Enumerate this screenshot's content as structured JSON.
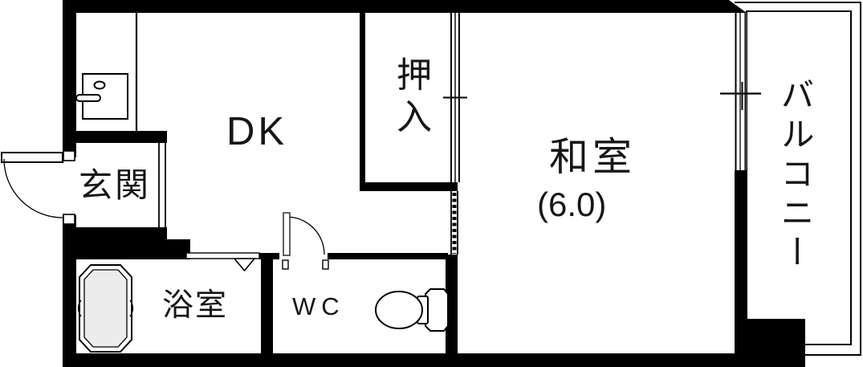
{
  "floorplan": {
    "type": "apartment-floor-plan",
    "rooms": {
      "dk": {
        "label": "DK"
      },
      "genkan": {
        "label": "玄関"
      },
      "oshiire": {
        "label": "押入"
      },
      "washitsu": {
        "label": "和室",
        "size_tatami": "(6.0)"
      },
      "balcony": {
        "label": "バルコニー"
      },
      "bathroom": {
        "label": "浴室"
      },
      "wc": {
        "label": "WC"
      }
    },
    "fixtures": {
      "kitchen": "kitchen-sink-icon",
      "bathroom": "bathtub-icon",
      "wc": "toilet-icon"
    },
    "colors": {
      "wall": "#000000",
      "floor": "#ffffff",
      "line": "#000000",
      "bathtub_fill": "#ececec",
      "text": "#161616"
    }
  }
}
